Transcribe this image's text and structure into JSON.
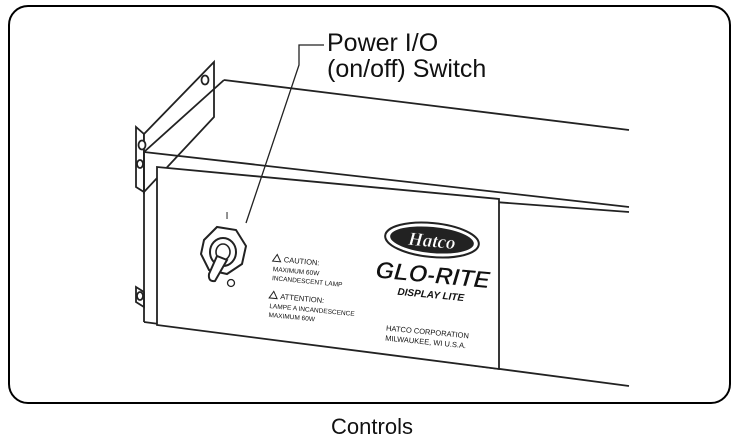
{
  "callout": {
    "line1": "Power I/O",
    "line2": "(on/off) Switch"
  },
  "switch": {
    "on_mark": "I",
    "off_mark": "O"
  },
  "label_plate": {
    "caution_lines": [
      "CAUTION:",
      "MAXIMUM 60W",
      "INCANDESCENT LAMP"
    ],
    "attention_lines": [
      "ATTENTION:",
      "LAMPE A INCANDESCENCE",
      "MAXIMUM 60W"
    ],
    "logo_text": "Hatco",
    "product_name": "GLO-RITE",
    "product_subtitle": "DISPLAY LITE",
    "company_line1": "HATCO CORPORATION",
    "company_line2": "MILWAUKEE, WI U.S.A."
  },
  "caption": "Controls"
}
